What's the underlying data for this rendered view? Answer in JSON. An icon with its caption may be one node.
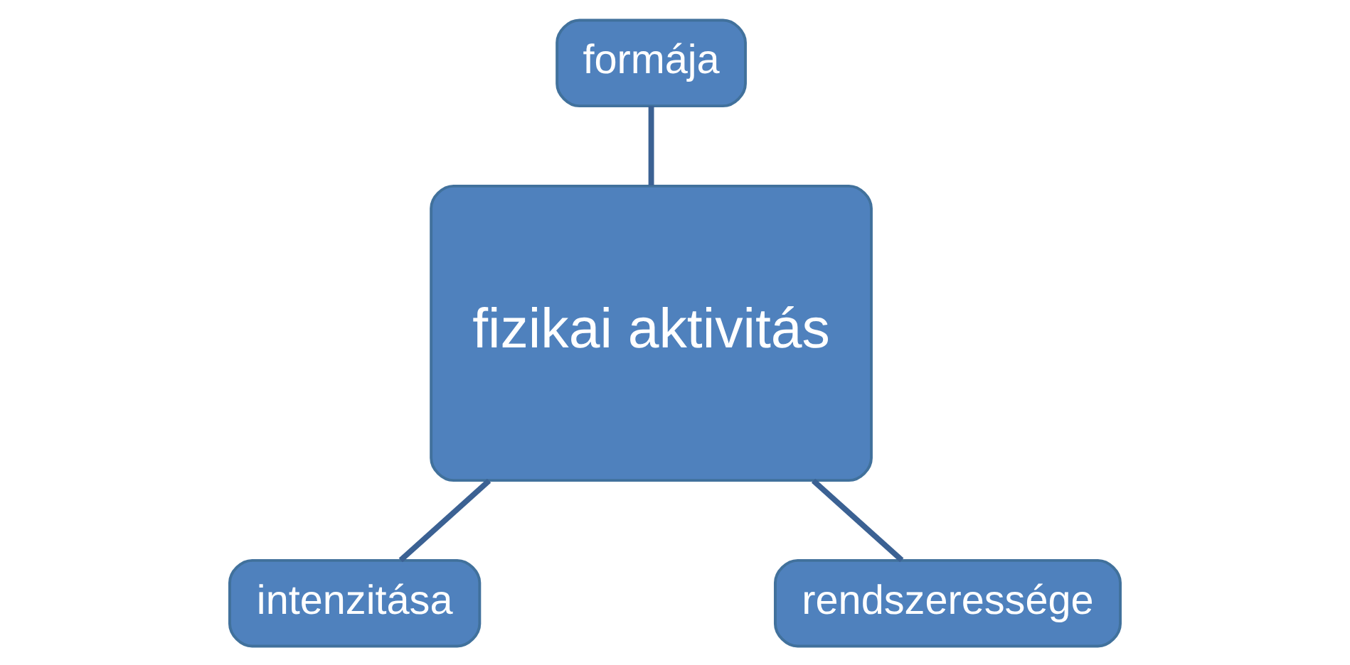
{
  "diagram": {
    "nodes": [
      {
        "text": [
          "formája"
        ]
      },
      {
        "text": [
          "fizikai aktivitás"
        ]
      },
      {
        "text": [
          "intenzitása"
        ]
      },
      {
        "text": [
          "rendszeressége"
        ]
      }
    ],
    "edges": [
      {
        "from": 0,
        "to": 1,
        "arrow": "none"
      },
      {
        "from": 1,
        "to": 2,
        "arrow": "none"
      },
      {
        "from": 1,
        "to": 3,
        "arrow": "none"
      }
    ]
  }
}
